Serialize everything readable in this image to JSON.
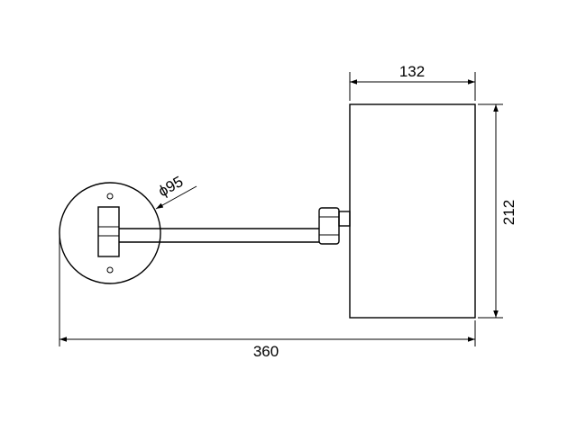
{
  "dimensions": {
    "shade_width": "132",
    "shade_height": "212",
    "overall_length": "360",
    "base_diameter": "ϕ95"
  },
  "colors": {
    "line": "#000000",
    "background": "#ffffff"
  }
}
